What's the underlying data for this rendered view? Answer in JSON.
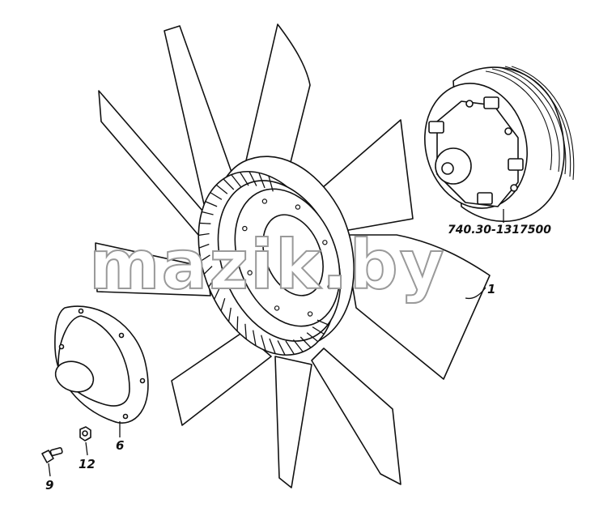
{
  "diagram": {
    "watermark": "mazik.by",
    "callouts": [
      {
        "id": "assembly",
        "text": "740.30-1317500"
      },
      {
        "id": "fan",
        "text": "1"
      },
      {
        "id": "cover",
        "text": "6"
      },
      {
        "id": "nut",
        "text": "12"
      },
      {
        "id": "bolt",
        "text": "9"
      }
    ],
    "colors": {
      "line": "#111111",
      "watermark_fill": "#ffffff",
      "watermark_stroke": "#9a9a9a"
    }
  }
}
